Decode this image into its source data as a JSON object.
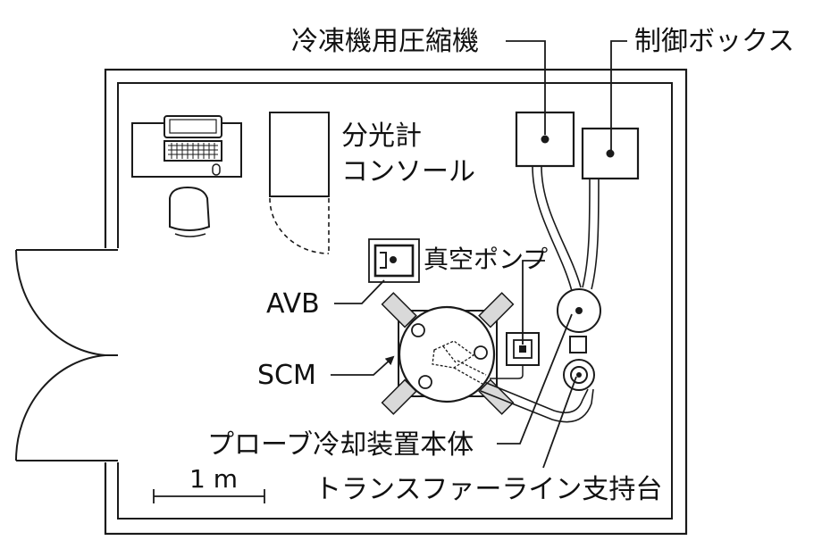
{
  "labels": {
    "compressor": "冷凍機用圧縮機",
    "control_box": "制御ボックス",
    "spectrometer_line1": "分光計",
    "spectrometer_line2": "コンソール",
    "vacuum_pump": "真空ポンプ",
    "avb": "AVB",
    "scm": "SCM",
    "probe_cooler": "プローブ冷却装置本体",
    "transfer_line": "トランスファーライン支持台",
    "scale": "1 m"
  },
  "colors": {
    "line": "#1a1a1a",
    "background": "#ffffff",
    "pad_fill": "#d9d9d9",
    "text": "#111111"
  },
  "icons": {
    "computer": "desktop-computer-icon",
    "chair": "chair-icon"
  }
}
